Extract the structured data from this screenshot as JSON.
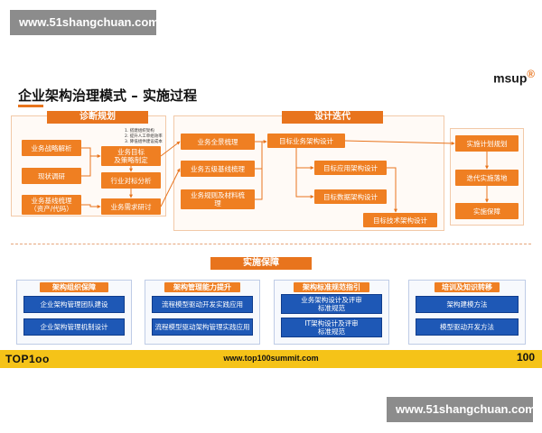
{
  "watermark": {
    "top": "www.51shangchuan.com",
    "bottom": "www.51shangchuan.com"
  },
  "slide": {
    "logo": "msup",
    "logo_mark": "®",
    "title": "企业架构治理模式 – 实施过程",
    "diagnosis": {
      "header": "诊断规划",
      "notes": [
        "1. 搭建组织架构",
        "2. 提升人工单组效率",
        "3. 降低组件建设成本"
      ],
      "left_boxes": [
        "业务战略解析",
        "现状调研",
        "业务基线梳理",
        "（资产/代码）"
      ],
      "mid_boxes": [
        "业务目标",
        "及策略制定",
        "行业对标分析",
        "业务需求研讨"
      ]
    },
    "design": {
      "header": "设计迭代",
      "left_boxes": [
        "业务全景梳理",
        "业务五级基线梳理",
        "业务规则及材料梳",
        "理"
      ],
      "chain": [
        "目标业务架构设计",
        "目标应用架构设计",
        "目标数据架构设计",
        "目标技术架构设计"
      ]
    },
    "implement": {
      "boxes": [
        "实施计划规划",
        "迭代实施落地",
        "实施保障"
      ]
    },
    "support": {
      "header": "实施保障",
      "groups": [
        {
          "header": "架构组织保障",
          "items": [
            "企业架构管理团队建设",
            "企业架构管理机制设计"
          ]
        },
        {
          "header": "架构管理能力提升",
          "items": [
            "流程模型驱动开发实践应用",
            "流程模型驱动架构管理实践应用"
          ]
        },
        {
          "header": "架构标准规范指引",
          "items": [
            "业务架构设计及评审",
            "标准规范",
            "IT架构设计及评审",
            "标准规范"
          ]
        },
        {
          "header": "培训及知识转移",
          "items": [
            "架构建模方法",
            "模型驱动开发方法"
          ]
        }
      ]
    },
    "footer": {
      "left": "TOP1",
      "left_mark": "oo",
      "center": "www.top100summit.com",
      "right": "100"
    }
  },
  "colors": {
    "accent": "#ef7f22",
    "blue": "#1e58b6",
    "footer": "#f5c318",
    "watermark": "#8c8c8c"
  },
  "icons": [
    "arrow-right-icon",
    "arrow-down-icon"
  ]
}
